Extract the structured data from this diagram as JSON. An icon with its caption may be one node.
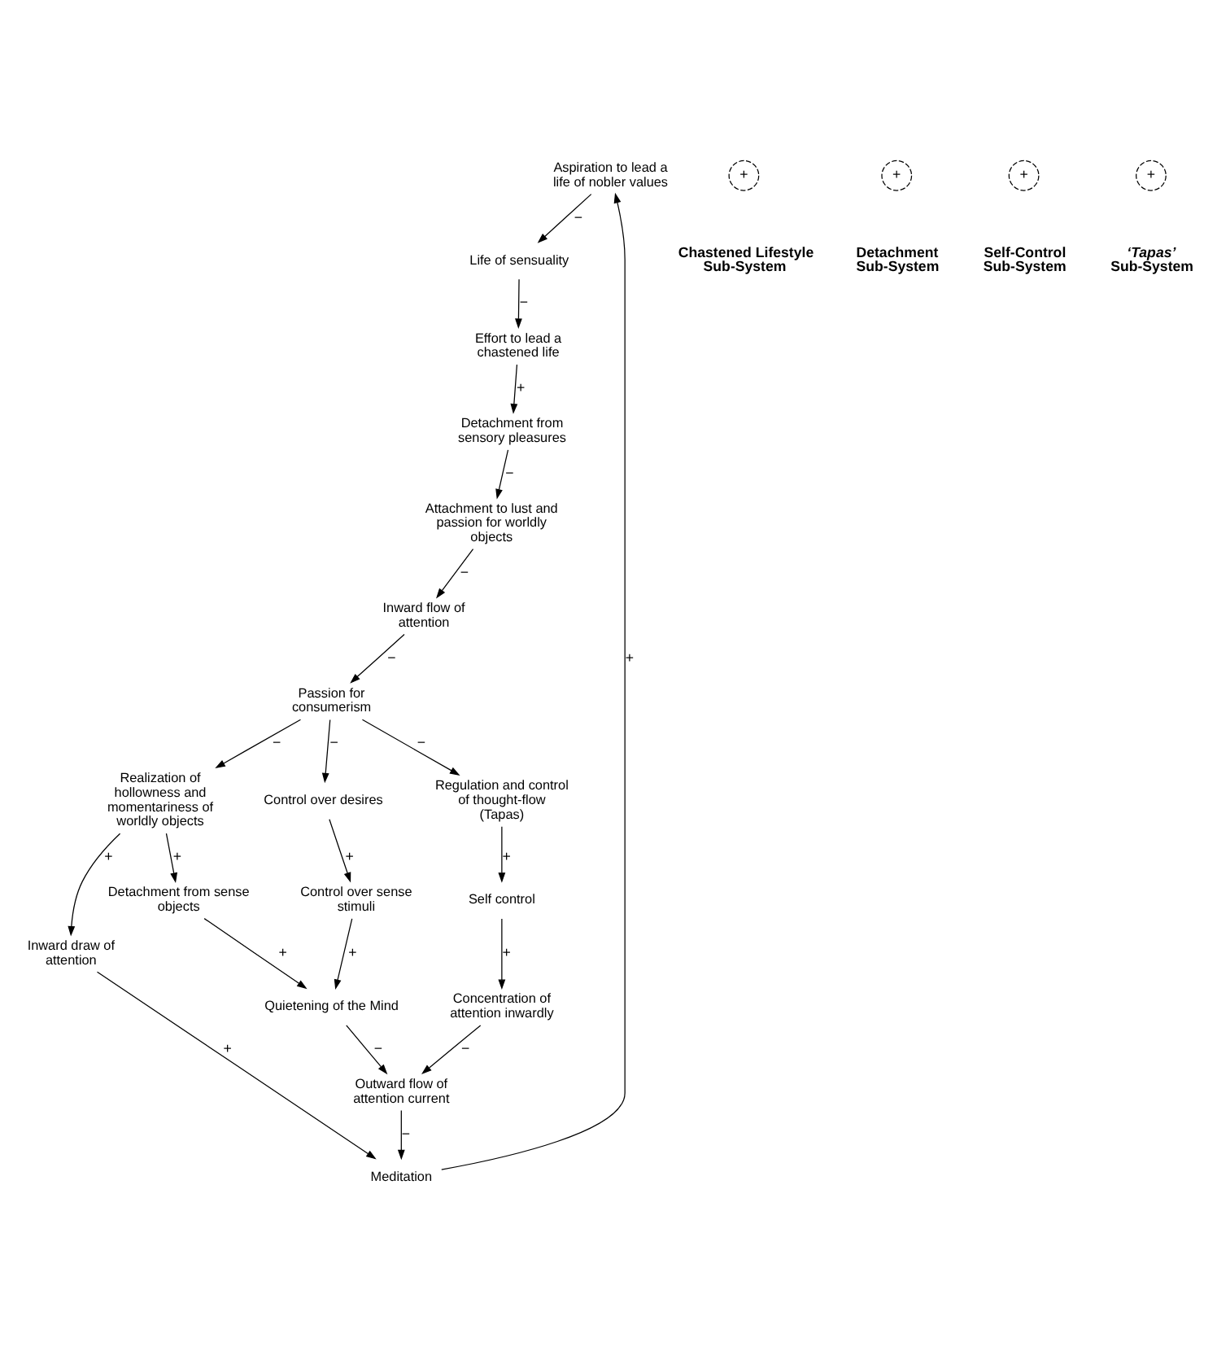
{
  "diagram": {
    "nodes": [
      {
        "text": [
          "Aspiration to lead a life of nobler values"
        ]
      },
      {
        "text": [
          "Life of sensuality"
        ]
      },
      {
        "text": [
          "Effort to lead a chastened life"
        ]
      },
      {
        "text": [
          "Detachment from sensory pleasures"
        ]
      },
      {
        "text": [
          "Attachment to lust and passion for worldly objects"
        ]
      },
      {
        "text": [
          "Inward flow of attention"
        ]
      },
      {
        "text": [
          "Passion for consumerism"
        ]
      },
      {
        "text": [
          "Realization of hollowness and momentariness of worldly objects"
        ]
      },
      {
        "text": [
          "Inward draw of attention"
        ]
      },
      {
        "text": [
          "Meditation"
        ]
      },
      {
        "text": [
          "Outward flow of attention current"
        ]
      },
      {
        "text": [
          "Quietening of the Mind"
        ]
      },
      {
        "text": [
          "Detachment from sense objects"
        ]
      },
      {
        "text": [
          "Control over desires"
        ]
      },
      {
        "text": [
          "Control over sense stimuli"
        ]
      },
      {
        "text": [
          "Concentration of attention inwardly"
        ]
      },
      {
        "text": [
          "Regulation and control of thought-flow (Tapas)"
        ]
      },
      {
        "text": [
          "Self control"
        ]
      }
    ],
    "edges": [
      {
        "from": 9,
        "to": 0,
        "arrow": "to",
        "label": "+"
      },
      {
        "from": 0,
        "to": 1,
        "arrow": "to",
        "label": "−"
      },
      {
        "from": 1,
        "to": 2,
        "arrow": "to",
        "label": "−"
      },
      {
        "from": 2,
        "to": 3,
        "arrow": "to",
        "label": "+"
      },
      {
        "from": 3,
        "to": 4,
        "arrow": "to",
        "label": "−"
      },
      {
        "from": 4,
        "to": 5,
        "arrow": "to",
        "label": "−"
      },
      {
        "from": 5,
        "to": 6,
        "arrow": "to",
        "label": "−"
      },
      {
        "from": 6,
        "to": 7,
        "arrow": "to",
        "label": "−"
      },
      {
        "from": 7,
        "to": 8,
        "arrow": "to",
        "label": "+"
      },
      {
        "from": 8,
        "to": 9,
        "arrow": "to",
        "label": "+"
      },
      {
        "from": 10,
        "to": 9,
        "arrow": "to",
        "label": "−"
      },
      {
        "from": 7,
        "to": 12,
        "arrow": "to",
        "label": "+"
      },
      {
        "from": 12,
        "to": 11,
        "arrow": "to",
        "label": "+"
      },
      {
        "from": 11,
        "to": 10,
        "arrow": "to",
        "label": "−"
      },
      {
        "from": 15,
        "to": 10,
        "arrow": "to",
        "label": "−"
      },
      {
        "from": 6,
        "to": 13,
        "arrow": "to",
        "label": "−"
      },
      {
        "from": 13,
        "to": 14,
        "arrow": "to",
        "label": "+"
      },
      {
        "from": 14,
        "to": 11,
        "arrow": "to",
        "label": "+"
      },
      {
        "from": 6,
        "to": 16,
        "arrow": "to",
        "label": "−"
      },
      {
        "from": 16,
        "to": 17,
        "arrow": "to",
        "label": "+"
      },
      {
        "from": 17,
        "to": 15,
        "arrow": "to",
        "label": "+"
      }
    ],
    "labels": [
      "+",
      "Chastened Lifestyle Sub-System",
      "+",
      "Detachment Sub-System",
      "+",
      "Self-Control Sub-System",
      "+",
      "*‘Tapas’* Sub-System"
    ]
  }
}
